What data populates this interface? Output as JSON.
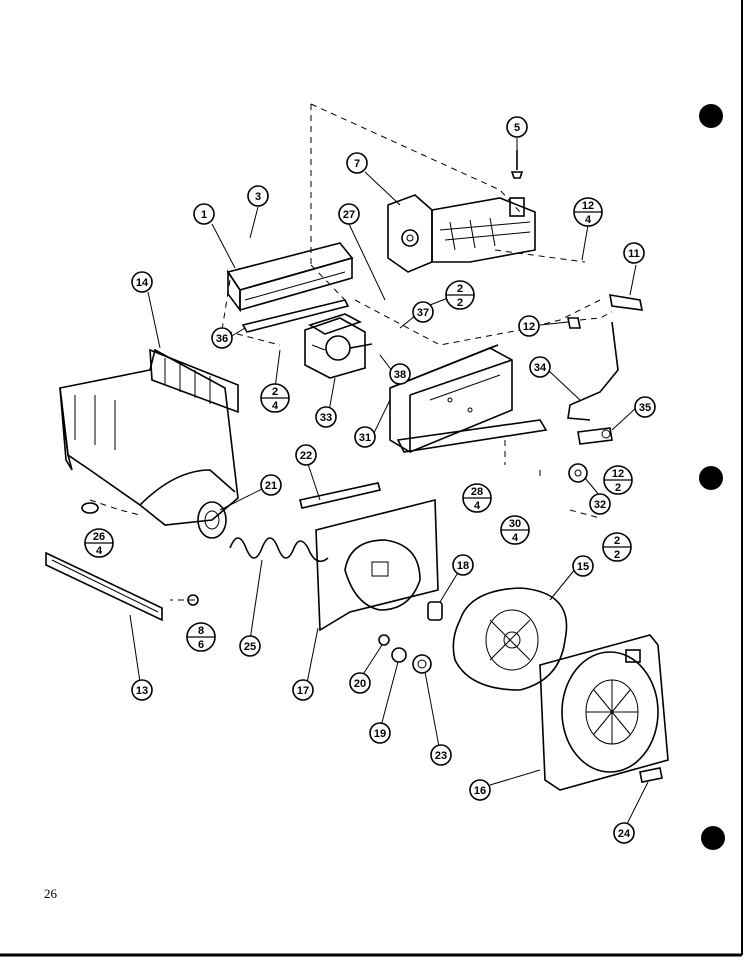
{
  "page": {
    "number": "26"
  },
  "callouts": [
    {
      "id": "c1",
      "label": "1"
    },
    {
      "id": "c3",
      "label": "3"
    },
    {
      "id": "c5",
      "label": "5"
    },
    {
      "id": "c7",
      "label": "7"
    },
    {
      "id": "c11",
      "label": "11"
    },
    {
      "id": "c12f",
      "num": "12",
      "den": "4"
    },
    {
      "id": "c12",
      "label": "12"
    },
    {
      "id": "c13",
      "label": "13"
    },
    {
      "id": "c14",
      "label": "14"
    },
    {
      "id": "c15",
      "label": "15"
    },
    {
      "id": "c16",
      "label": "16"
    },
    {
      "id": "c17",
      "label": "17"
    },
    {
      "id": "c18",
      "label": "18"
    },
    {
      "id": "c19",
      "label": "19"
    },
    {
      "id": "c20",
      "label": "20"
    },
    {
      "id": "c21",
      "label": "21"
    },
    {
      "id": "c22",
      "label": "22"
    },
    {
      "id": "c23",
      "label": "23"
    },
    {
      "id": "c24",
      "label": "24"
    },
    {
      "id": "c25",
      "label": "25"
    },
    {
      "id": "c26",
      "num": "26",
      "den": "4"
    },
    {
      "id": "c27",
      "label": "27"
    },
    {
      "id": "c28",
      "num": "28",
      "den": "4"
    },
    {
      "id": "c30",
      "num": "30",
      "den": "4"
    },
    {
      "id": "c31",
      "label": "31"
    },
    {
      "id": "c32",
      "label": "32"
    },
    {
      "id": "c33",
      "label": "33"
    },
    {
      "id": "c34",
      "label": "34"
    },
    {
      "id": "c35",
      "label": "35"
    },
    {
      "id": "c36",
      "label": "36"
    },
    {
      "id": "c37",
      "label": "37"
    },
    {
      "id": "c38",
      "label": "38"
    },
    {
      "id": "c2a",
      "num": "2",
      "den": "2"
    },
    {
      "id": "c2b",
      "num": "2",
      "den": "4"
    },
    {
      "id": "c2c",
      "num": "2",
      "den": "2"
    },
    {
      "id": "c8",
      "num": "8",
      "den": "6"
    },
    {
      "id": "c12b",
      "num": "12",
      "den": "2"
    }
  ]
}
